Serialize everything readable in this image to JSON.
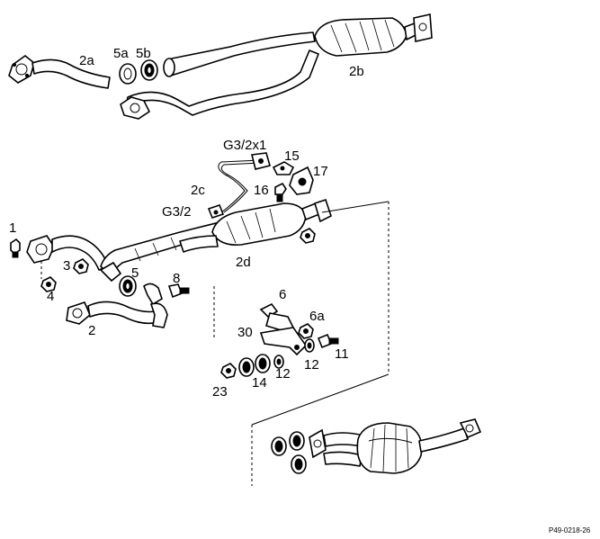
{
  "diagram": {
    "labels": {
      "l_2a": "2a",
      "l_5a": "5a",
      "l_5b": "5b",
      "l_2b": "2b",
      "l_g32x1": "G3/2x1",
      "l_15": "15",
      "l_17": "17",
      "l_2c": "2c",
      "l_16": "16",
      "l_g32": "G3/2",
      "l_1": "1",
      "l_2d": "2d",
      "l_3": "3",
      "l_5": "5",
      "l_8": "8",
      "l_4": "4",
      "l_2": "2",
      "l_6": "6",
      "l_6a": "6a",
      "l_30": "30",
      "l_11": "11",
      "l_12a": "12",
      "l_12b": "12",
      "l_14": "14",
      "l_23": "23"
    },
    "footer_code": "P49-0218-26"
  }
}
